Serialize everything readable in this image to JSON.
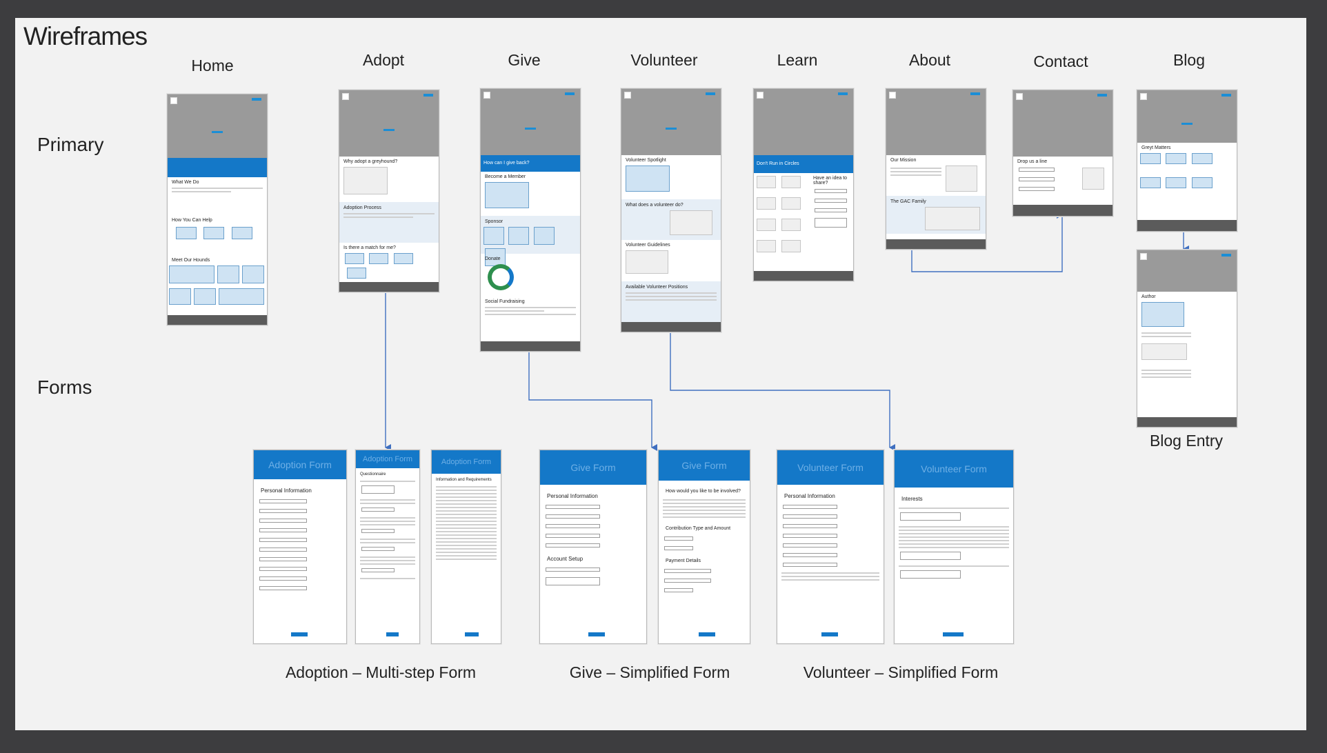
{
  "board_title": "Wireframes",
  "rows": {
    "primary": "Primary",
    "forms": "Forms"
  },
  "columns": {
    "home": "Home",
    "adopt": "Adopt",
    "give": "Give",
    "volunteer": "Volunteer",
    "learn": "Learn",
    "about": "About",
    "contact": "Contact",
    "blog": "Blog"
  },
  "blog_entry_label": "Blog Entry",
  "form_captions": {
    "adoption": "Adoption – Multi-step Form",
    "give": "Give – Simplified Form",
    "volunteer": "Volunteer – Simplified Form"
  },
  "wireframe_text": {
    "adopt_why": "Why adopt a greyhound?",
    "adopt_process": "Adoption Process",
    "adopt_match": "Is there a match for me?",
    "home_what": "What We Do",
    "home_help": "How You Can Help",
    "home_hounds": "Meet Our Hounds",
    "give_how": "How can I give back?",
    "give_member": "Become a Member",
    "give_sponsor": "Sponsor",
    "give_donate": "Donate",
    "give_social": "Social Fundraising",
    "vol_spotlight": "Volunteer Spotlight",
    "vol_what": "What does a volunteer do?",
    "vol_guidelines": "Volunteer Guidelines",
    "vol_positions": "Available Volunteer Positions",
    "learn_circles": "Don't Run in Circles",
    "learn_share": "Have an idea to share?",
    "about_mission": "Our Mission",
    "about_family": "The GAC Family",
    "contact_drop": "Drop us a line",
    "blog_matters": "Greyt Matters",
    "blog_author": "Author"
  },
  "forms": {
    "adoption_title": "Adoption Form",
    "adoption_personal": "Personal Information",
    "adoption_questionnaire": "Questionnaire",
    "adoption_info": "Information and Requirements",
    "give_title": "Give Form",
    "give_personal": "Personal Information",
    "give_account": "Account Setup",
    "give_involved": "How would you like to be involved?",
    "give_contribution": "Contribution Type and Amount",
    "give_payment": "Payment Details",
    "volunteer_title": "Volunteer Form",
    "volunteer_personal": "Personal Information",
    "volunteer_interests": "Interests"
  },
  "colors": {
    "accent": "#1478c8",
    "connector": "#3f6fc0",
    "placeholder": "#9a9a9a"
  }
}
